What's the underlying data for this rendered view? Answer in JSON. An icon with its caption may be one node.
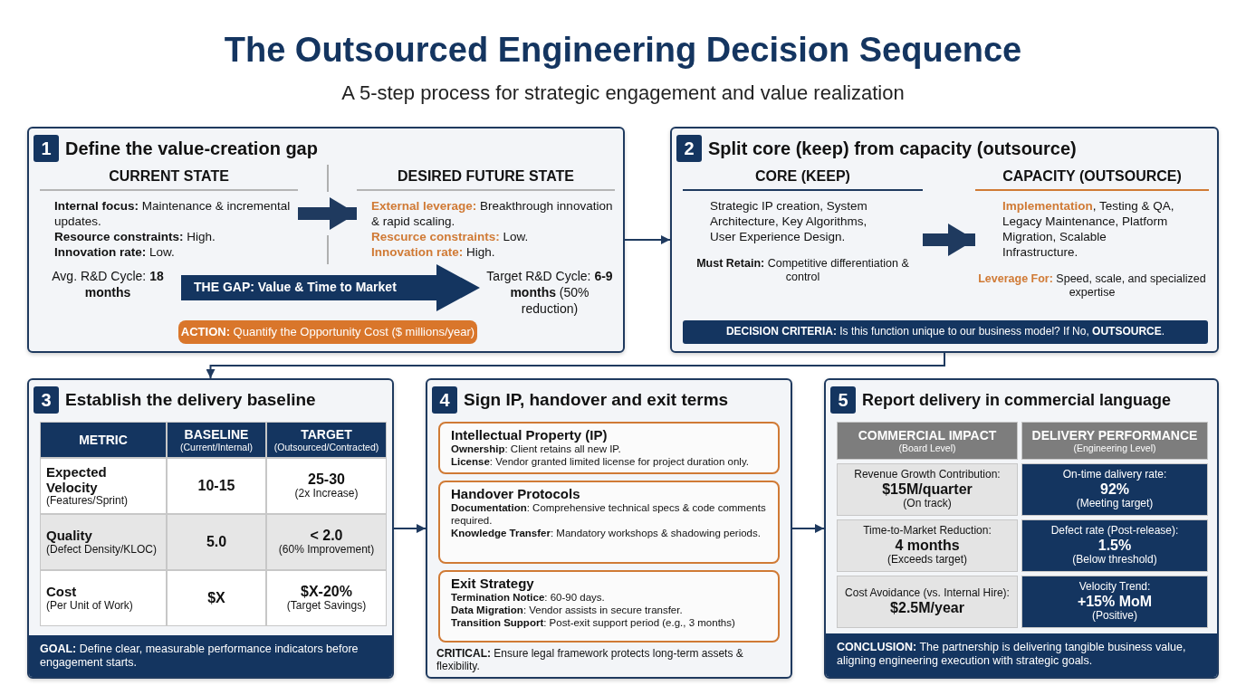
{
  "diagram": {
    "title": "The Outsourced Engineering Decision Sequence",
    "nodes": [
      {
        "text": [
          "1",
          "Define the value-creation gap"
        ]
      },
      {
        "text": [
          "CURRENT STATE",
          "**Internal focus:** Maintenance & incremental updates.",
          "**Resource constraints:** High.",
          "**Innovation rate:** Low."
        ],
        "in": 0
      },
      {
        "text": [
          "DESIRED FUTURE STATE",
          "**External leverage:** Breakthrough innovation & rapid scaling.",
          "**Rescurce constraints:** Low.",
          "**Innovation rate:** High."
        ],
        "in": 0
      },
      {
        "text": [
          "THE GAP: Value & Time to Market"
        ],
        "in": 0,
        "beside": [
          "Avg. R&D Cycle: **18 months**",
          "Target R&D Cycle: **6-9 months** (50% reduction)"
        ]
      },
      {
        "text": [
          "**ACTION:** Quantify the Opportunity Cost ($ millions/year)"
        ],
        "in": 0
      },
      {
        "text": [
          "2",
          "Split core (keep) from capacity (outsource)"
        ]
      },
      {
        "text": [
          "CORE (KEEP)",
          "Strategic IP creation, System Architecture, Key Algorithms, User Experience Design.",
          "**Must Retain:** Competitive differentiation & control"
        ],
        "in": 5
      },
      {
        "text": [
          "CAPACITY (OUTSOURCE)",
          "**Implementation**, Testing & QA, Legacy Maintenance, Platform Migration, Scalable Infrastructure.",
          "**Leverage For:** Speed, scale, and specialized expertise"
        ],
        "in": 5
      },
      {
        "text": [
          "**DECISION CRITERIA:** Is this function unique to our business model? If No, **OUTSOURCE**."
        ],
        "in": 5
      },
      {
        "text": [
          "3",
          "Establish the delivery baseline"
        ]
      },
      {
        "text": [
          "METRIC"
        ],
        "in": 9
      },
      {
        "text": [
          "BASELINE",
          "(Current/Internal)"
        ],
        "in": 9
      },
      {
        "text": [
          "TARGET",
          "(Outsourced/Contracted)"
        ],
        "in": 9
      },
      {
        "text": [
          "Expected Velocity",
          "(Features/Sprint)"
        ],
        "in": 9
      },
      {
        "text": [
          "10-15"
        ],
        "in": 9
      },
      {
        "text": [
          "25-30",
          "(2x Increase)"
        ],
        "in": 9
      },
      {
        "text": [
          "Quality",
          "(Defect Density/KLOC)"
        ],
        "in": 9
      },
      {
        "text": [
          "5.0"
        ],
        "in": 9
      },
      {
        "text": [
          "< 2.0",
          "(60% Improvement)"
        ],
        "in": 9
      },
      {
        "text": [
          "Cost",
          "(Per Unit of Work)"
        ],
        "in": 9
      },
      {
        "text": [
          "$X"
        ],
        "in": 9
      },
      {
        "text": [
          "$X-20%",
          "(Target Savings)"
        ],
        "in": 9
      },
      {
        "text": [
          "**GOAL:** Define clear, measurable performance indicators before engagement starts."
        ],
        "in": 9
      },
      {
        "text": [
          "4",
          "Sign IP, handover and exit terms",
          "**CRITICAL:** Ensure legal framework protects long-term assets & flexibility."
        ]
      },
      {
        "text": [
          "Intellectual Property (IP)",
          "**Ownership**: Client retains all new IP.",
          "**License**: Vendor granted limited license for project duration only."
        ],
        "in": 23
      },
      {
        "text": [
          "Handover Protocols",
          "**Documentation**: Comprehensive technical specs & code comments required.",
          "**Knowledge Transfer**: Mandatory workshops & shadowing periods."
        ],
        "in": 23
      },
      {
        "text": [
          "Exit Strategy",
          "**Termination Notice**: 60-90 days.",
          "**Data Migration**: Vendor assists in secure transfer.",
          "**Transition Support**: Post-exit support period (e.g., 3 months)"
        ],
        "in": 23
      },
      {
        "text": [
          "5",
          "Report delivery in commercial language"
        ]
      },
      {
        "text": [
          "COMMERCIAL IMPACT",
          "(Board Level)"
        ],
        "in": 27
      },
      {
        "text": [
          "DELIVERY PERFORMANCE",
          "(Engineering Level)"
        ],
        "in": 27
      },
      {
        "text": [
          "Revenue Growth Contribution:",
          "$15M/quarter",
          "(On track)"
        ],
        "in": 27
      },
      {
        "text": [
          "On-time dalivery rate:",
          "92%",
          "(Meeting target)"
        ],
        "in": 27
      },
      {
        "text": [
          "Time-to-Market Reduction:",
          "4 months",
          "(Exceeds target)"
        ],
        "in": 27
      },
      {
        "text": [
          "Defect rate (Post-release):",
          "1.5%",
          "(Below threshold)"
        ],
        "in": 27
      },
      {
        "text": [
          "Cost Avoidance (vs. Internal Hire):",
          "$2.5M/year"
        ],
        "in": 27
      },
      {
        "text": [
          "Velocity Trend:",
          "+15% MoM",
          "(Positive)"
        ],
        "in": 27
      },
      {
        "text": [
          "**CONCLUSION:** The partnership is delivering tangible business value, aligning engineering execution with strategic goals."
        ],
        "in": 27
      }
    ],
    "edges": [
      {
        "from": 0,
        "to": 5,
        "arrow": "to"
      },
      {
        "from": 5,
        "to": 9,
        "arrow": "to"
      },
      {
        "from": 9,
        "to": 23,
        "arrow": "to"
      },
      {
        "from": 23,
        "to": 27,
        "arrow": "to"
      },
      {
        "from": 1,
        "to": 2,
        "arrow": "to",
        "style": "thick"
      },
      {
        "from": 6,
        "to": 7,
        "arrow": "to",
        "style": "thick"
      }
    ],
    "labels": [
      "A 5-step process for strategic engagement and value realization"
    ]
  }
}
